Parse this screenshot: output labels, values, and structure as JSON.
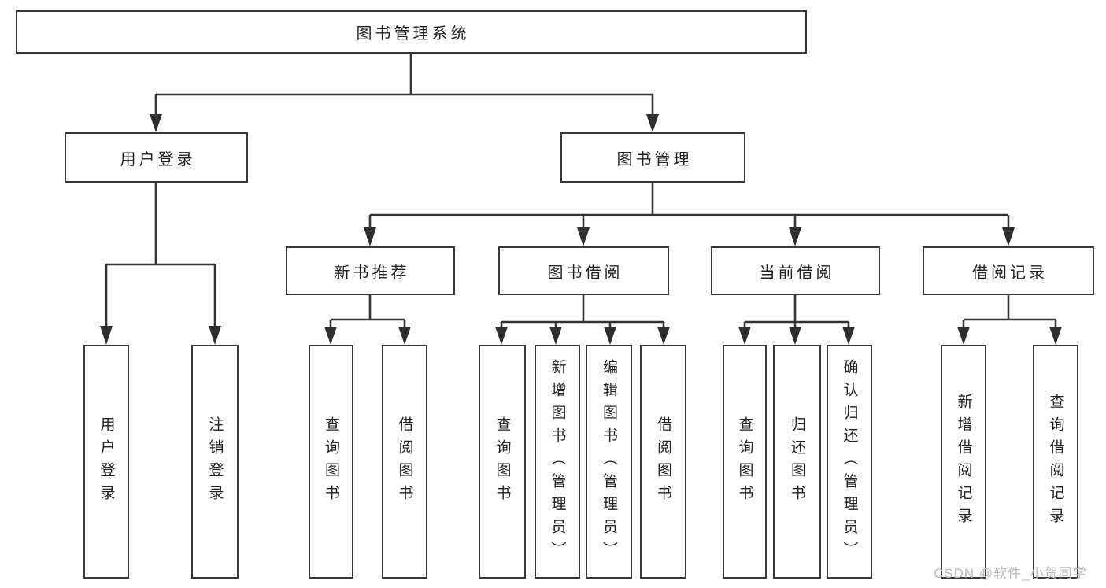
{
  "colors": {
    "background": "#ffffff",
    "line": "#333333",
    "box_border": "#383838",
    "text": "#222222",
    "watermark": "#b9b9b9"
  },
  "watermark": "CSDN @软件_小贺同学",
  "diagram": {
    "root": {
      "label": "图书管理系统"
    },
    "branches": [
      {
        "label": "用户登录",
        "children": [
          {
            "label": "用户登录"
          },
          {
            "label": "注销登录"
          }
        ]
      },
      {
        "label": "图书管理",
        "children": [
          {
            "label": "新书推荐",
            "children": [
              {
                "label": "查询图书"
              },
              {
                "label": "借阅图书"
              }
            ]
          },
          {
            "label": "图书借阅",
            "children": [
              {
                "label": "查询图书"
              },
              {
                "label": "新增图书（管理员）"
              },
              {
                "label": "编辑图书（管理员）"
              },
              {
                "label": "借阅图书"
              }
            ]
          },
          {
            "label": "当前借阅",
            "children": [
              {
                "label": "查询图书"
              },
              {
                "label": "归还图书"
              },
              {
                "label": "确认归还（管理员）"
              }
            ]
          },
          {
            "label": "借阅记录",
            "children": [
              {
                "label": "新增借阅记录"
              },
              {
                "label": "查询借阅记录"
              }
            ]
          }
        ]
      }
    ]
  }
}
